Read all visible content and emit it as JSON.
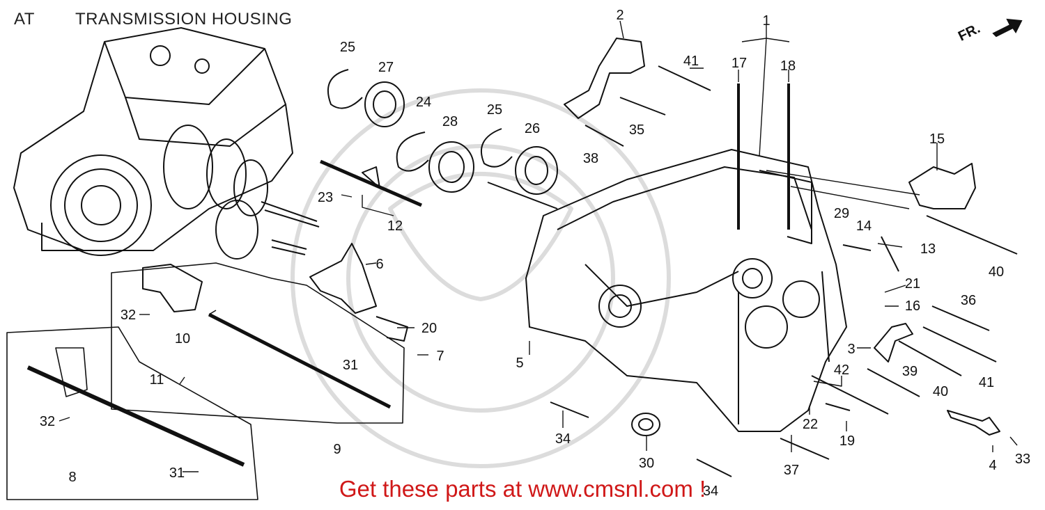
{
  "header": {
    "code": "AT",
    "title": "TRANSMISSION HOUSING"
  },
  "orientation": {
    "label": "FR."
  },
  "watermark": "Get these parts at www.cmsnl.com !",
  "callouts": [
    "1",
    "2",
    "3",
    "4",
    "5",
    "6",
    "7",
    "8",
    "9",
    "10",
    "11",
    "12",
    "13",
    "14",
    "15",
    "16",
    "17",
    "18",
    "19",
    "20",
    "21",
    "22",
    "23",
    "24",
    "25",
    "25",
    "26",
    "27",
    "28",
    "29",
    "30",
    "31",
    "31",
    "32",
    "32",
    "33",
    "34",
    "34",
    "35",
    "36",
    "37",
    "38",
    "39",
    "40",
    "40",
    "41",
    "41",
    "42"
  ]
}
